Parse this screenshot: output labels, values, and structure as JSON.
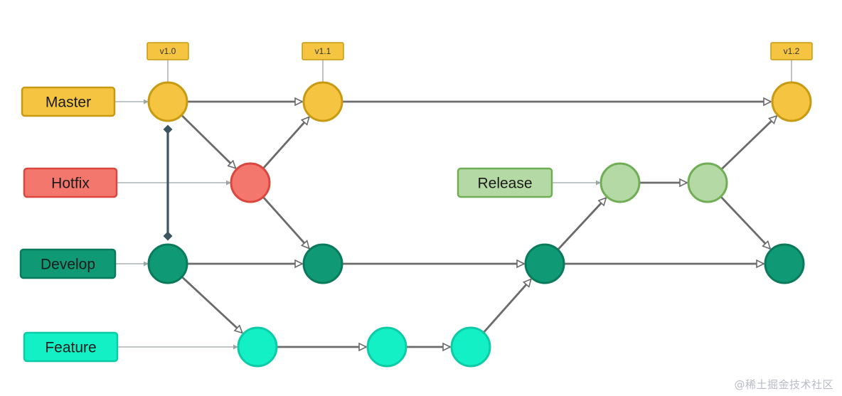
{
  "lanes": [
    {
      "id": "master",
      "label": "Master",
      "fill": "#f5c542",
      "stroke": "#c79a12"
    },
    {
      "id": "hotfix",
      "label": "Hotfix",
      "fill": "#f4776e",
      "stroke": "#d9473e"
    },
    {
      "id": "release",
      "label": "Release",
      "fill": "#b5d9a4",
      "stroke": "#6fae54"
    },
    {
      "id": "develop",
      "label": "Develop",
      "fill": "#0f9a75",
      "stroke": "#0a7a5c"
    },
    {
      "id": "feature",
      "label": "Feature",
      "fill": "#14f0c6",
      "stroke": "#0fcaa6"
    }
  ],
  "tags": [
    {
      "id": "tag-v1-0",
      "label": "v1.0",
      "commit": "m1"
    },
    {
      "id": "tag-v1-1",
      "label": "v1.1",
      "commit": "m2"
    },
    {
      "id": "tag-v1-2",
      "label": "v1.2",
      "commit": "m3"
    }
  ],
  "commits": [
    {
      "id": "m1",
      "lane": "master"
    },
    {
      "id": "m2",
      "lane": "master"
    },
    {
      "id": "m3",
      "lane": "master"
    },
    {
      "id": "h1",
      "lane": "hotfix"
    },
    {
      "id": "r1",
      "lane": "release"
    },
    {
      "id": "r2",
      "lane": "release"
    },
    {
      "id": "d1",
      "lane": "develop"
    },
    {
      "id": "d2",
      "lane": "develop"
    },
    {
      "id": "d3",
      "lane": "develop"
    },
    {
      "id": "d4",
      "lane": "develop"
    },
    {
      "id": "f1",
      "lane": "feature"
    },
    {
      "id": "f2",
      "lane": "feature"
    },
    {
      "id": "f3",
      "lane": "feature"
    }
  ],
  "edges": [
    {
      "from": "m1",
      "to": "m2"
    },
    {
      "from": "m2",
      "to": "m3"
    },
    {
      "from": "m1",
      "to": "h1"
    },
    {
      "from": "h1",
      "to": "m2"
    },
    {
      "from": "h1",
      "to": "d2"
    },
    {
      "from": "d1",
      "to": "d2"
    },
    {
      "from": "d2",
      "to": "d3"
    },
    {
      "from": "d3",
      "to": "d4"
    },
    {
      "from": "d1",
      "to": "f1"
    },
    {
      "from": "f1",
      "to": "f2"
    },
    {
      "from": "f2",
      "to": "f3"
    },
    {
      "from": "f3",
      "to": "d3"
    },
    {
      "from": "d3",
      "to": "r1"
    },
    {
      "from": "r1",
      "to": "r2"
    },
    {
      "from": "r2",
      "to": "m3"
    },
    {
      "from": "r2",
      "to": "d4"
    }
  ],
  "links": [
    {
      "from": "m1",
      "to": "d1",
      "kind": "diamond-link"
    }
  ],
  "colors": {
    "edge": "#6b6b6b",
    "pointer": "#9aa5a8",
    "link": "#3d5560",
    "tag_fill": "#f5c542",
    "tag_stroke": "#c79a12"
  },
  "watermark": "@稀土掘金技术社区"
}
